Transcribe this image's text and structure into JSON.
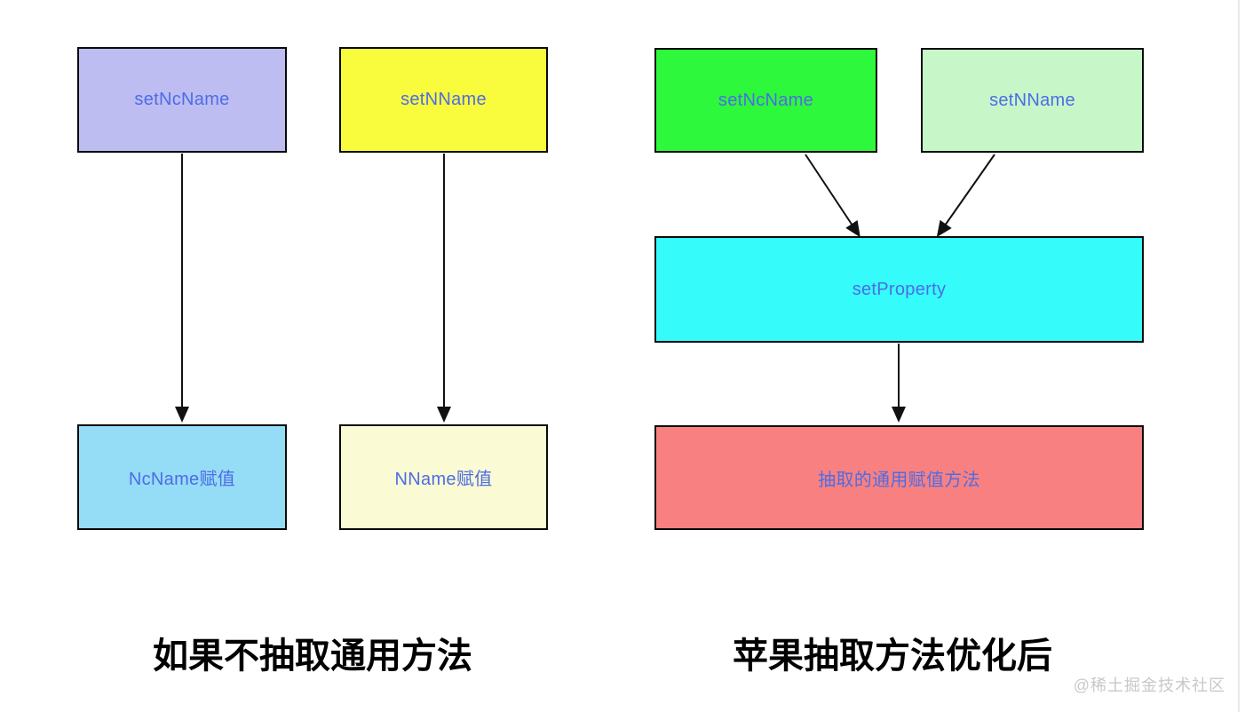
{
  "page": {
    "background": "#ffffff"
  },
  "colors": {
    "node_text_blue": "#4d6ce5",
    "border_black": "#0a0a0a",
    "arrow_black": "#111111",
    "caption_black": "#000000",
    "watermark_gray": "#c8c8c8"
  },
  "left_panel": {
    "caption": "如果不抽取通用方法",
    "nodes": [
      {
        "id": "set-ncname",
        "label": "setNcName",
        "fill": "#bdbdf2"
      },
      {
        "id": "set-nname",
        "label": "setNName",
        "fill": "#f9fb3d"
      },
      {
        "id": "ncname-assign",
        "label": "NcName赋值",
        "fill": "#95dcf6"
      },
      {
        "id": "nname-assign",
        "label": "NName赋值",
        "fill": "#fafad4"
      }
    ]
  },
  "right_panel": {
    "caption": "苹果抽取方法优化后",
    "nodes": [
      {
        "id": "set-ncname",
        "label": "setNcName",
        "fill": "#2ef83c"
      },
      {
        "id": "set-nname",
        "label": "setNName",
        "fill": "#c7f7c9"
      },
      {
        "id": "set-property",
        "label": "setProperty",
        "fill": "#36fbfb"
      },
      {
        "id": "common-method",
        "label": "抽取的通用赋值方法",
        "fill": "#f98080"
      }
    ]
  },
  "watermark": {
    "text": "@稀土掘金技术社区"
  }
}
